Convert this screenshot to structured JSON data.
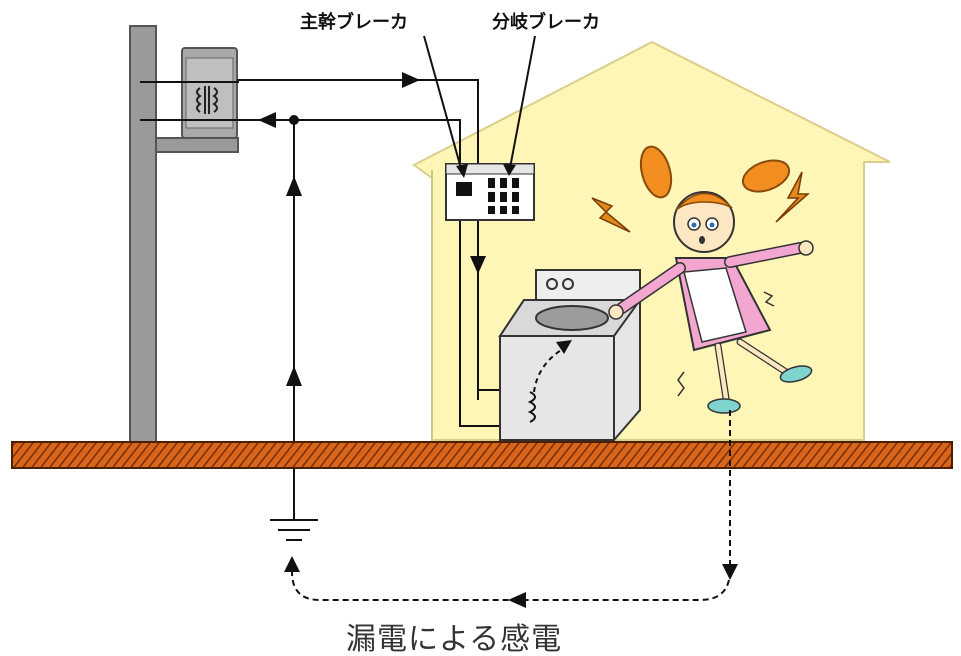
{
  "labels": {
    "main_breaker": "主幹ブレーカ",
    "branch_breaker": "分岐ブレーカ",
    "caption": "漏電による感電"
  },
  "colors": {
    "house_wall": "#fdf6b6",
    "ground": "#d8651a",
    "ground_hatch": "#7a3006",
    "pole": "#9a9a9a",
    "hair": "#f28e20",
    "dress": "#f3a6cf",
    "washer": "#e6e6e6",
    "breaker_handle": "#111111",
    "shoes": "#7fd4cf",
    "lightning": "#e08a1c"
  },
  "icons": {
    "transformer": "transformer-icon",
    "ground_symbol": "earth-ground-icon",
    "lightning": "lightning-bolt-icon"
  }
}
